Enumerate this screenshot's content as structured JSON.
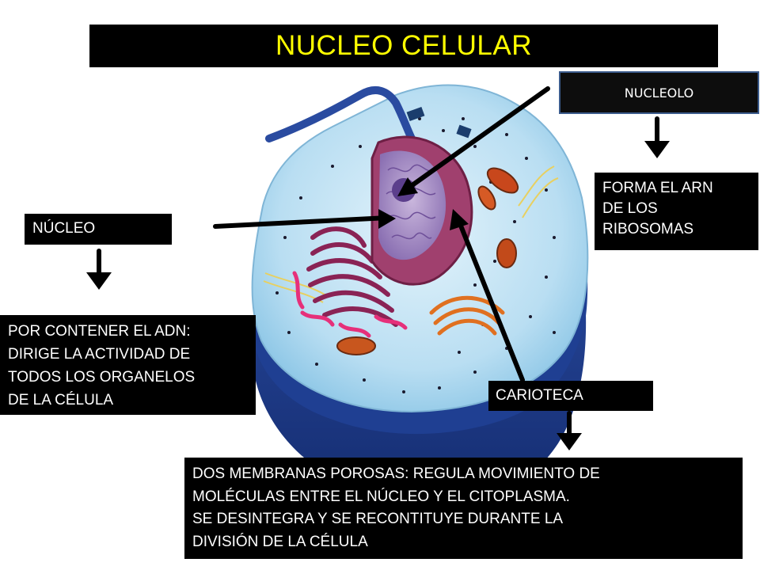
{
  "title": "NUCLEO CELULAR",
  "labels": {
    "nucleolo": {
      "label": "NUCLEOLO",
      "description": [
        "FORMA EL ARN",
        "DE LOS",
        "RIBOSOMAS"
      ]
    },
    "nucleo": {
      "label": "NÚCLEO",
      "description": [
        "POR CONTENER EL ADN:",
        "DIRIGE LA ACTIVIDAD DE",
        "TODOS LOS ORGANELOS",
        "DE LA CÉLULA"
      ]
    },
    "carioteca": {
      "label": "CARIOTECA",
      "description": [
        "DOS MEMBRANAS POROSAS: REGULA MOVIMIENTO DE",
        "MOLÉCULAS ENTRE EL NÚCLEO Y EL CITOPLASMA.",
        "SE DESINTEGRA Y SE RECONTITUYE DURANTE LA",
        "DIVISIÓN DE LA CÉLULA"
      ]
    }
  },
  "colors": {
    "title_text": "#ffff00",
    "box_background": "#000000",
    "box_text": "#ffffff",
    "cell_outer": "#1e3c8c",
    "cell_inner": "#c9e6f4",
    "nucleus": "#a0406e",
    "nucleoplasm": "#a690c4"
  }
}
